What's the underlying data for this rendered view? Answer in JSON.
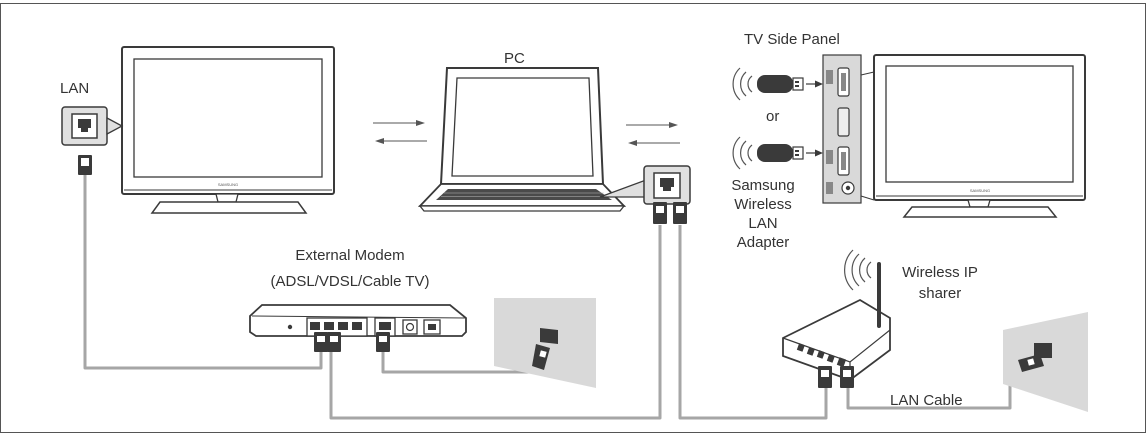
{
  "labels": {
    "lan": "LAN",
    "pc": "PC",
    "tv_side_panel": "TV Side Panel",
    "or": "or",
    "adapter_line1": "Samsung",
    "adapter_line2": "Wireless",
    "adapter_line3": "LAN",
    "adapter_line4": "Adapter",
    "modem_line1": "External Modem",
    "modem_line2": "(ADSL/VDSL/Cable TV)",
    "sharer_line1": "Wireless IP",
    "sharer_line2": "sharer",
    "lan_cable": "LAN Cable"
  },
  "brand": {
    "tv_left_logo": "SAMSUNG",
    "tv_right_logo": "SAMSUNG"
  },
  "colors": {
    "cable": "#a6a6a6",
    "device_outline": "#3a3a3a",
    "frame": "#555555",
    "wall": "#d9d9d9"
  }
}
